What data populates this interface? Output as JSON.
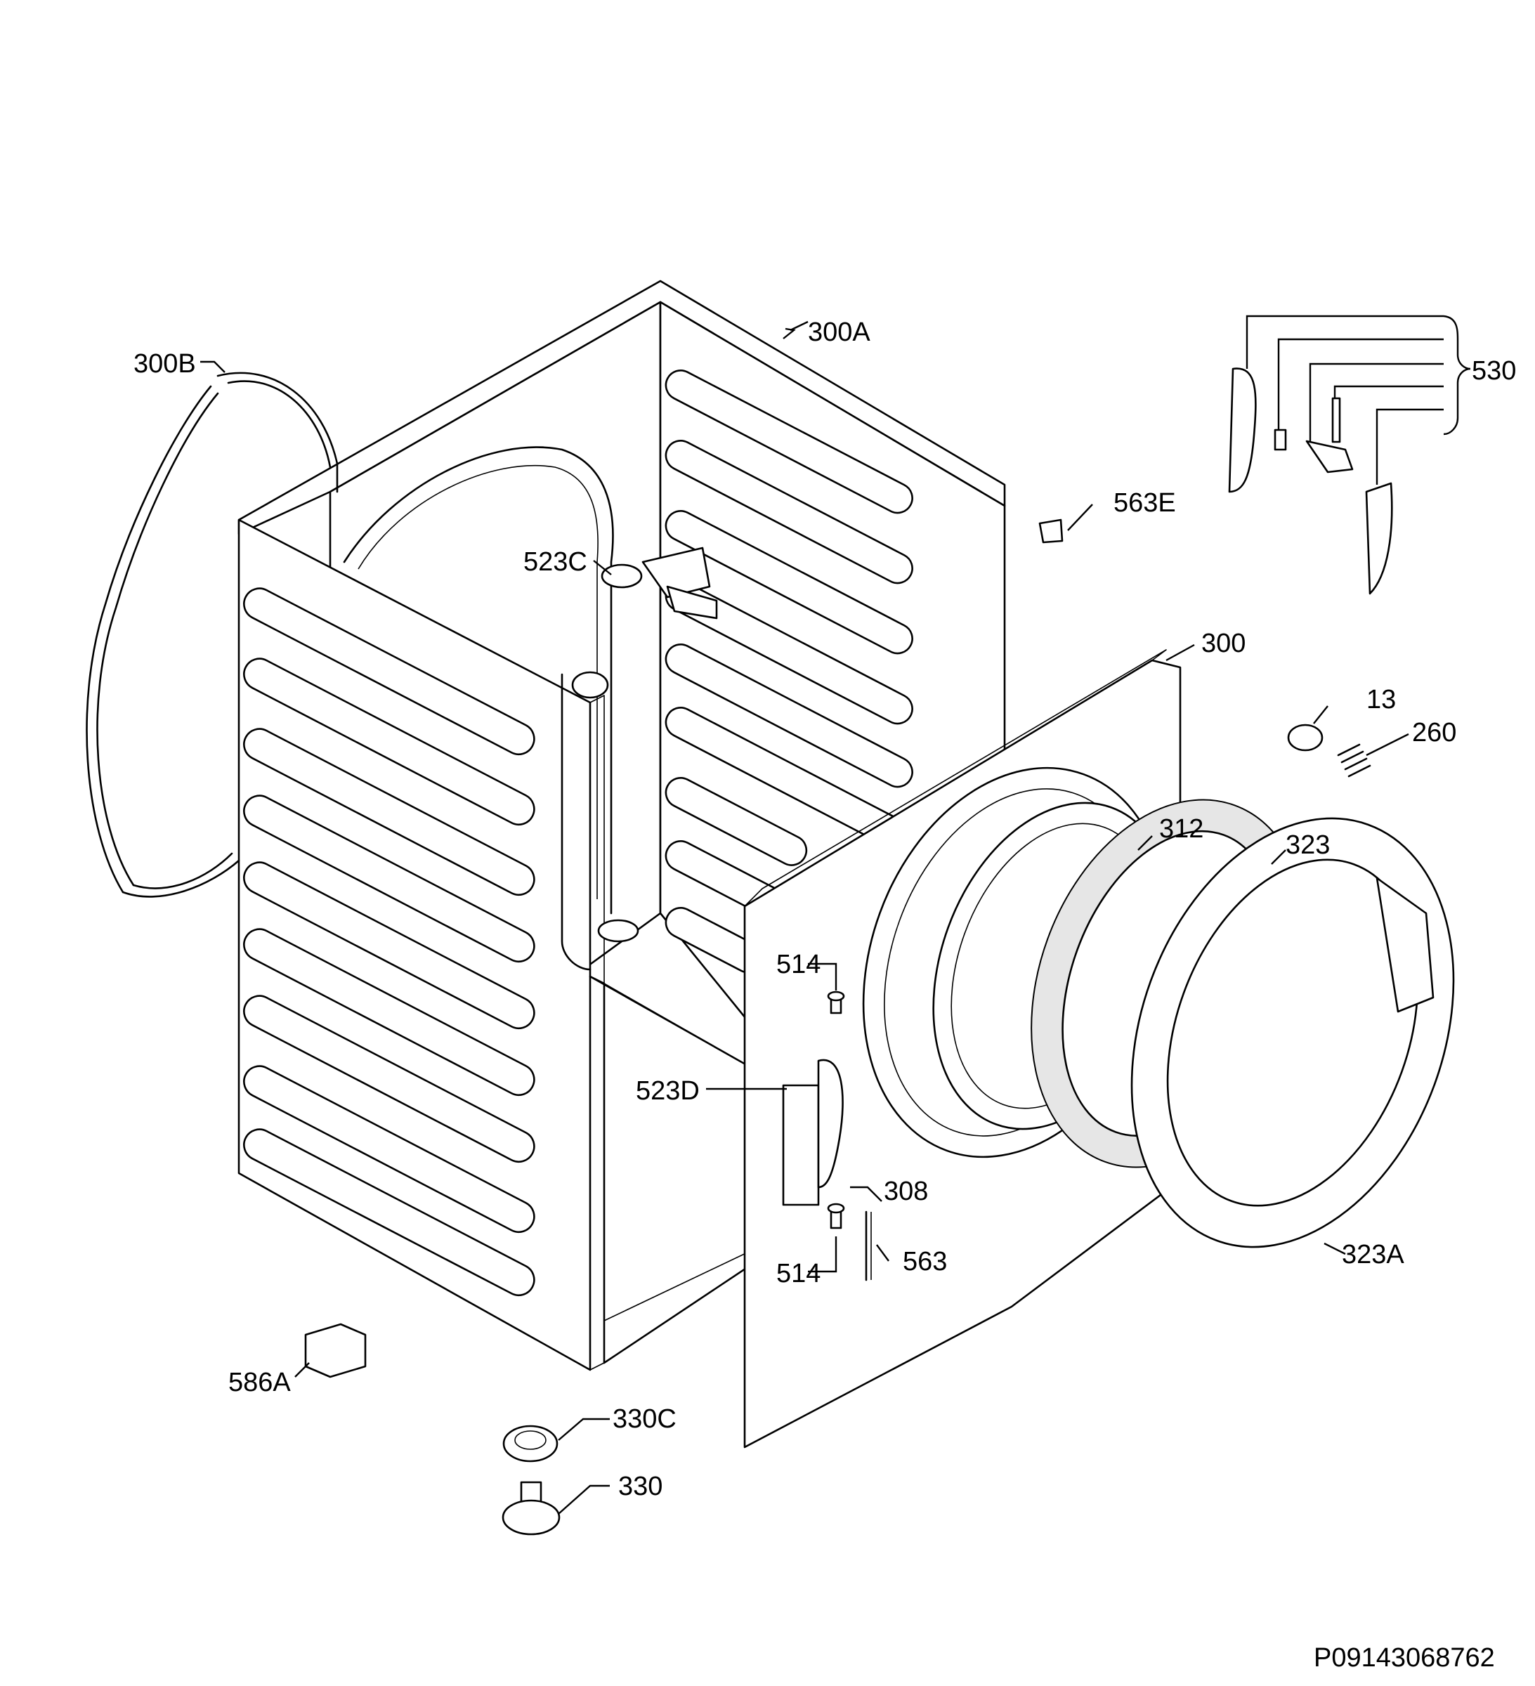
{
  "labels": {
    "l300A": "300A",
    "l300B": "300B",
    "l530": "530",
    "l563E": "563E",
    "l523C": "523C",
    "l300": "300",
    "l13": "13",
    "l260": "260",
    "l312": "312",
    "l323": "323",
    "l514a": "514",
    "l523D": "523D",
    "l308": "308",
    "l514b": "514",
    "l563": "563",
    "l323A": "323A",
    "l586A": "586A",
    "l330C": "330C",
    "l330": "330"
  },
  "footer": {
    "part_number": "P09143068762"
  }
}
